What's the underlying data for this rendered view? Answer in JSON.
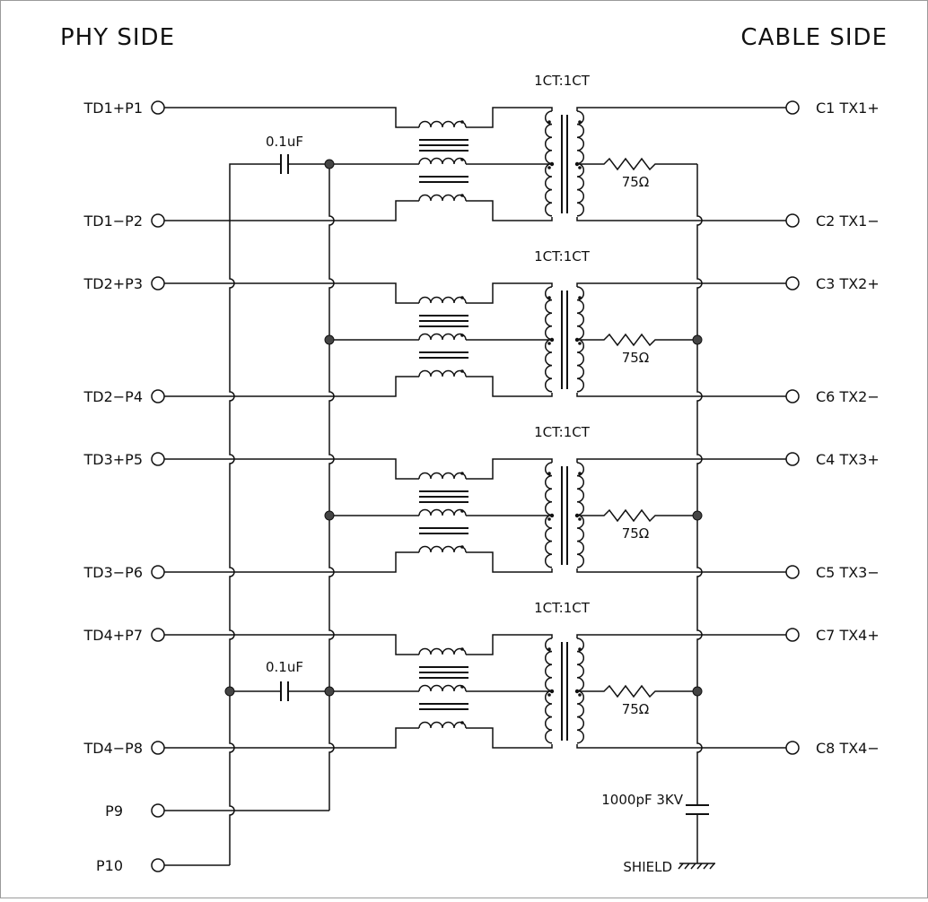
{
  "headers": {
    "phy": "PHY SIDE",
    "cable": "CABLE SIDE"
  },
  "phy_pins": [
    "TD1+P1",
    "TD1−P2",
    "TD2+P3",
    "TD2−P4",
    "TD3+P5",
    "TD3−P6",
    "TD4+P7",
    "TD4−P8",
    "P9",
    "P10"
  ],
  "cable_pins": [
    "C1  TX1+",
    "C2  TX1−",
    "C3  TX2+",
    "C6  TX2−",
    "C4  TX3+",
    "C5  TX3−",
    "C7  TX4+",
    "C8  TX4−"
  ],
  "channels": [
    {
      "ratio": "1CT:1CT",
      "resistor": "75Ω"
    },
    {
      "ratio": "1CT:1CT",
      "resistor": "75Ω"
    },
    {
      "ratio": "1CT:1CT",
      "resistor": "75Ω"
    },
    {
      "ratio": "1CT:1CT",
      "resistor": "75Ω"
    }
  ],
  "capacitors": [
    "0.1uF",
    "0.1uF"
  ],
  "hv_cap": "1000pF  3KV",
  "shield": "SHIELD"
}
